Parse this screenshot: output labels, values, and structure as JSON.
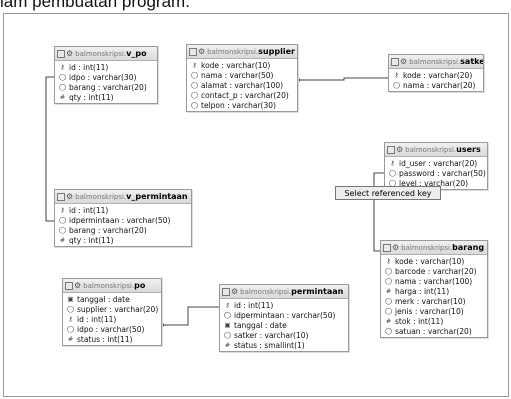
{
  "caption": "lam pembuatan program.",
  "tooltip": "Select referenced key",
  "tables": [
    {
      "db": "balmonskripsi.",
      "name": "v_po",
      "fields": [
        {
          "icon": "key",
          "text": "id : int(11)"
        },
        {
          "icon": "field",
          "text": "idpo : varchar(30)"
        },
        {
          "icon": "field",
          "text": "barang : varchar(20)"
        },
        {
          "icon": "number",
          "text": "qty : int(11)"
        }
      ]
    },
    {
      "db": "balmonskripsi.",
      "name": "supplier",
      "fields": [
        {
          "icon": "key",
          "text": "kode : varchar(10)"
        },
        {
          "icon": "field",
          "text": "nama : varchar(50)"
        },
        {
          "icon": "field",
          "text": "alamat : varchar(100)"
        },
        {
          "icon": "field",
          "text": "contact_p : varchar(20)"
        },
        {
          "icon": "field",
          "text": "telpon : varchar(30)"
        }
      ]
    },
    {
      "db": "balmonskripsi.",
      "name": "satker",
      "fields": [
        {
          "icon": "key",
          "text": "kode : varchar(20)"
        },
        {
          "icon": "field",
          "text": "nama : varchar(20)"
        }
      ]
    },
    {
      "db": "balmonskripsi.",
      "name": "users",
      "fields": [
        {
          "icon": "key",
          "text": "id_user : varchar(20)"
        },
        {
          "icon": "field",
          "text": "password : varchar(50)"
        },
        {
          "icon": "field",
          "text": "level : varchar(20)"
        }
      ]
    },
    {
      "db": "balmonskripsi.",
      "name": "v_permintaan",
      "fields": [
        {
          "icon": "key",
          "text": "id : int(11)"
        },
        {
          "icon": "field",
          "text": "idpermintaan : varchar(50)"
        },
        {
          "icon": "field",
          "text": "barang : varchar(20)"
        },
        {
          "icon": "number",
          "text": "qty : int(11)"
        }
      ]
    },
    {
      "db": "balmonskripsi.",
      "name": "barang",
      "fields": [
        {
          "icon": "key",
          "text": "kode : varchar(10)"
        },
        {
          "icon": "field",
          "text": "barcode : varchar(20)"
        },
        {
          "icon": "field",
          "text": "nama : varchar(100)"
        },
        {
          "icon": "number",
          "text": "harga : int(11)"
        },
        {
          "icon": "field",
          "text": "merk : varchar(10)"
        },
        {
          "icon": "field",
          "text": "jenis : varchar(10)"
        },
        {
          "icon": "number",
          "text": "stok : int(11)"
        },
        {
          "icon": "field",
          "text": "satuan : varchar(20)"
        }
      ]
    },
    {
      "db": "balmonskripsi.",
      "name": "po",
      "fields": [
        {
          "icon": "date",
          "text": "tanggal : date"
        },
        {
          "icon": "field",
          "text": "supplier : varchar(20)"
        },
        {
          "icon": "key",
          "text": "id : int(11)"
        },
        {
          "icon": "field",
          "text": "idpo : varchar(50)"
        },
        {
          "icon": "number",
          "text": "status : int(11)"
        }
      ]
    },
    {
      "db": "balmonskripsi.",
      "name": "permintaan",
      "fields": [
        {
          "icon": "key",
          "text": "id : int(11)"
        },
        {
          "icon": "field",
          "text": "idpermintaan : varchar(50)"
        },
        {
          "icon": "date",
          "text": "tanggal : date"
        },
        {
          "icon": "field",
          "text": "satker : varchar(10)"
        },
        {
          "icon": "number",
          "text": "status : smallint(1)"
        }
      ]
    }
  ]
}
